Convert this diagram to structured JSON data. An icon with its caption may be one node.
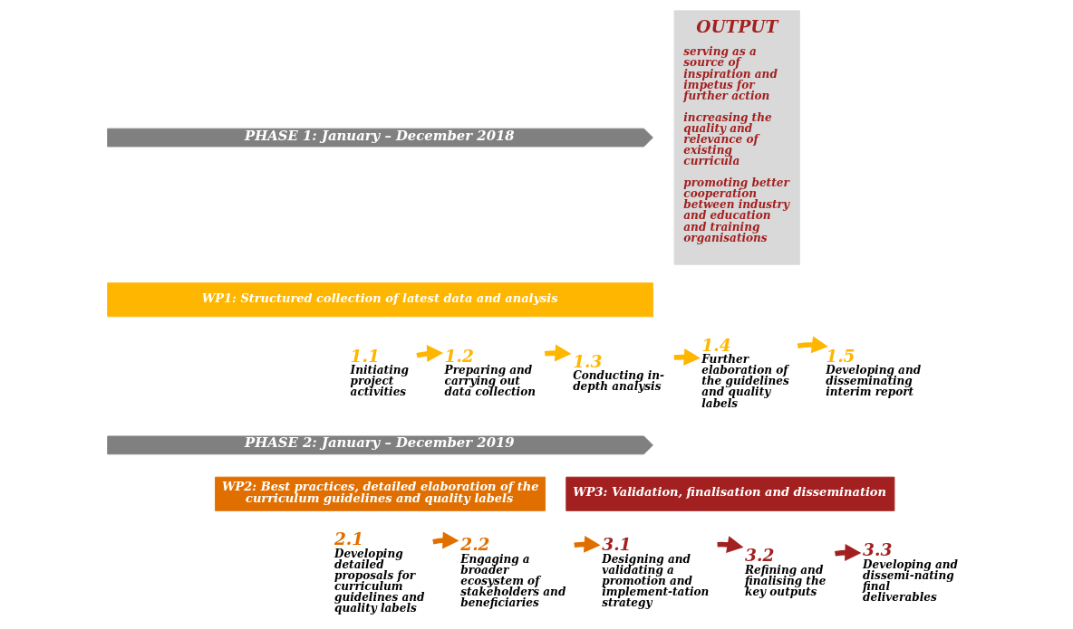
{
  "diagram": {
    "nodes": [
      {
        "text": [
          "PHASE 1: January – December 2018"
        ]
      },
      {
        "text": [
          "WP1: Structured collection of latest data and analysis"
        ]
      },
      {
        "text": [
          "1.1",
          "Initiating project activities"
        ]
      },
      {
        "text": [
          "1.2",
          "Preparing and carrying out data collection"
        ]
      },
      {
        "text": [
          "1.3",
          "Conducting in-depth analysis"
        ]
      },
      {
        "text": [
          "1.4",
          "Further elaboration of the guidelines and quality labels"
        ]
      },
      {
        "text": [
          "1.5",
          "Developing and disseminating interim report"
        ]
      },
      {
        "text": [
          "PHASE 2: January – December 2019"
        ]
      },
      {
        "text": [
          "WP2: Best practices, detailed elaboration of the curriculum guidelines and quality labels"
        ]
      },
      {
        "text": [
          "WP3: Validation, finalisation and dissemination"
        ]
      },
      {
        "text": [
          "2.1",
          "Developing detailed proposals for curriculum guidelines and quality labels"
        ]
      },
      {
        "text": [
          "2.2",
          "Engaging a broader ecosystem of stakeholders and beneficiaries"
        ]
      },
      {
        "text": [
          "3.1",
          "Designing and validating a promotion and implement-tation strategy"
        ]
      },
      {
        "text": [
          "3.2",
          "Refining and finalising the key outputs"
        ]
      },
      {
        "text": [
          "3.3",
          "Developing and dissemi-nating final deliverables"
        ]
      },
      {
        "text": [
          "OUTPUT",
          "serving as a source of inspiration and impetus for further action",
          "increasing the quality and relevance of existing curricula",
          "promoting better cooperation between industry and education and training organisations"
        ]
      }
    ],
    "edges": [
      {
        "from": 2,
        "to": 3,
        "arrow": "to"
      },
      {
        "from": 3,
        "to": 4,
        "arrow": "to"
      },
      {
        "from": 4,
        "to": 5,
        "arrow": "to"
      },
      {
        "from": 5,
        "to": 6,
        "arrow": "to"
      },
      {
        "from": 10,
        "to": 11,
        "arrow": "to",
        "color": "#e06f00"
      },
      {
        "from": 11,
        "to": 12,
        "arrow": "to",
        "color": "#e06f00"
      },
      {
        "from": 12,
        "to": 13,
        "arrow": "to",
        "color": "#a32020"
      },
      {
        "from": 13,
        "to": 14,
        "arrow": "to",
        "color": "#a32020"
      }
    ]
  }
}
